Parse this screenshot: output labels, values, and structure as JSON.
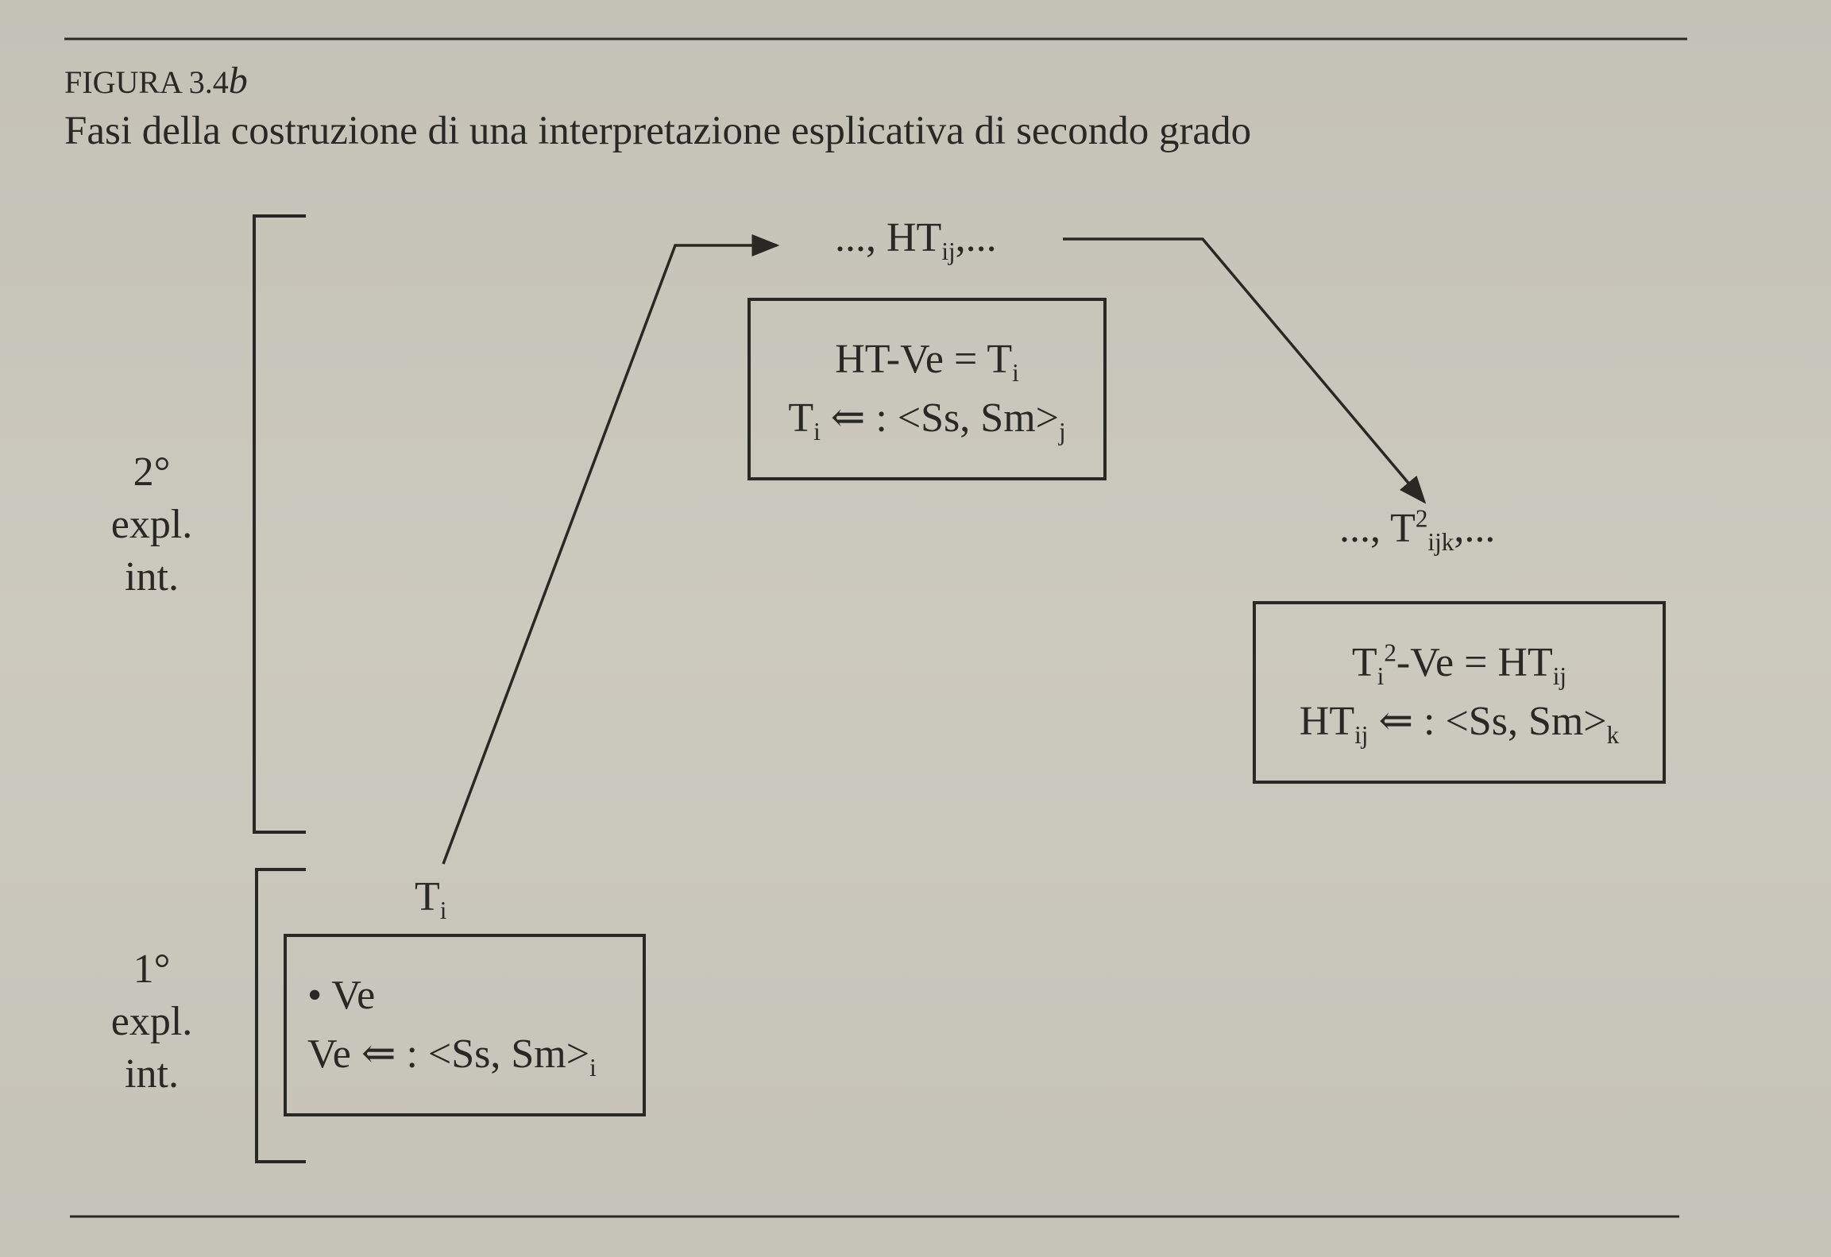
{
  "figure": {
    "label": "FIGURA 3.4",
    "label_suffix": "b",
    "caption": "Fasi della costruzione di una interpretazione esplicativa di secondo grado"
  },
  "levels": {
    "second": {
      "ordinal": "2°",
      "line1": "expl.",
      "line2": "int."
    },
    "first": {
      "ordinal": "1°",
      "line1": "expl.",
      "line2": "int."
    }
  },
  "nodes": {
    "ti": {
      "base": "T",
      "sub": "i"
    },
    "ht": {
      "prefix": "..., ",
      "base": "HT",
      "sub": "ij",
      "suffix": ",..."
    },
    "t2": {
      "prefix": "..., ",
      "base": "T",
      "sup": "2",
      "sub": "ijk",
      "suffix": ",..."
    }
  },
  "boxes": {
    "first": {
      "bullet": "•",
      "line1": "Ve",
      "line2_a": "Ve ⇐ : <Ss, Sm>",
      "line2_sub": "i"
    },
    "second": {
      "line1_a": "HT-Ve = T",
      "line1_sub": "i",
      "line2_a": "T",
      "line2_sub1": "i",
      "line2_b": " ⇐ : <Ss, Sm>",
      "line2_sub2": "j"
    },
    "third": {
      "line1_a": "T",
      "line1_sub": "i",
      "line1_sup": "2",
      "line1_b": "-Ve = HT",
      "line1_sub2": "ij",
      "line2_a": "HT",
      "line2_sub1": "ij",
      "line2_b": " ⇐ : <Ss, Sm>",
      "line2_sub2": "k"
    }
  }
}
